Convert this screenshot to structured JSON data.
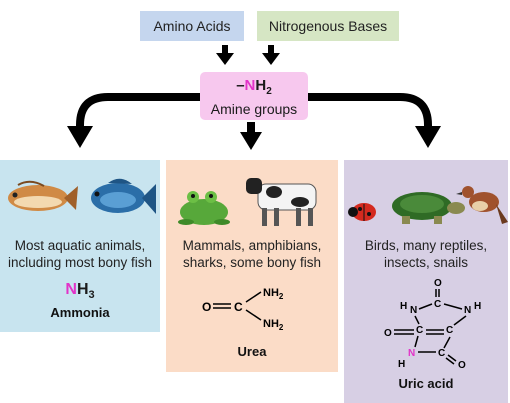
{
  "sources": {
    "amino_acids": "Amino Acids",
    "nitrogenous_bases": "Nitrogenous Bases"
  },
  "amine": {
    "formula_prefix": "–",
    "formula_n": "N",
    "formula_h": "H",
    "formula_sub": "2",
    "label": "Amine groups"
  },
  "ammonia": {
    "line1": "Most aquatic animals,",
    "line2": "including most bony fish",
    "formula_n": "N",
    "formula_h": "H",
    "formula_sub": "3",
    "name": "Ammonia"
  },
  "urea": {
    "line1": "Mammals, amphibians,",
    "line2": "sharks, some bony fish",
    "name": "Urea",
    "structure": {
      "o": "O",
      "c": "C",
      "nh": "NH",
      "sub": "2"
    }
  },
  "uric": {
    "line1": "Birds, many reptiles,",
    "line2": "insects, snails",
    "name": "Uric acid",
    "structure": {
      "h": "H",
      "n": "N",
      "c": "C",
      "o": "O"
    }
  },
  "colors": {
    "amino_box": "#c5d6ee",
    "bases_box": "#d6e6c4",
    "amine_box": "#f7c8ee",
    "ammonia_panel": "#c8e4ef",
    "urea_panel": "#fbdcc7",
    "uric_panel": "#d7cfe4",
    "nitrogen_highlight": "#e233c8"
  },
  "icons": [
    "down-arrow-icon",
    "curved-arrow-icon",
    "fish-icon",
    "frog-icon",
    "cow-icon",
    "ladybug-icon",
    "turtle-icon",
    "bird-icon"
  ]
}
